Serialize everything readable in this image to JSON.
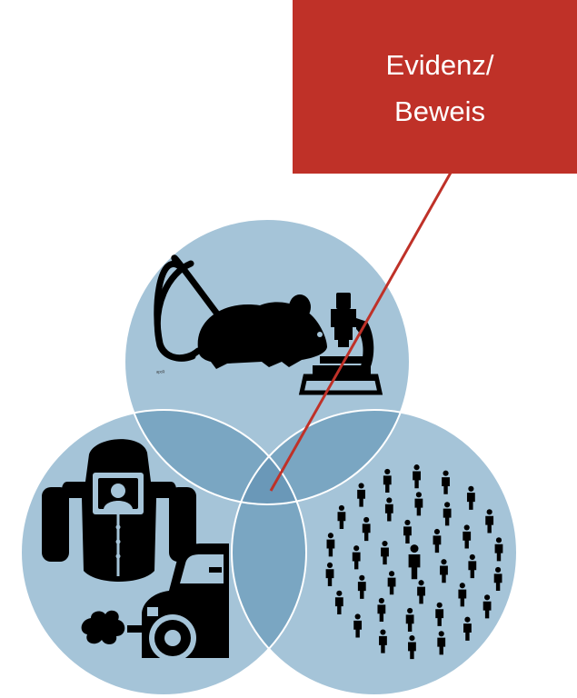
{
  "callout": {
    "line1": "Evidenz/",
    "line2": "Beweis",
    "fill_color": "#bf3128",
    "text_color": "#ffffff"
  },
  "circles": {
    "fill_color": "#a5c4d8",
    "overlap_color": "#7aa6c2",
    "center_color": "#6a98b8",
    "outline_color": "#ffffff",
    "items": [
      {
        "id": "top",
        "icons": [
          "mouse-icon",
          "microscope-icon"
        ],
        "tiny_label": "ᵃᵖᶜᴿ"
      },
      {
        "id": "left",
        "icons": [
          "space-suit-icon",
          "car-exhaust-icon"
        ]
      },
      {
        "id": "right",
        "icons": [
          "population-crowd-icon"
        ]
      }
    ]
  },
  "pointer_line_color": "#bf3128",
  "icon_color": "#000000"
}
